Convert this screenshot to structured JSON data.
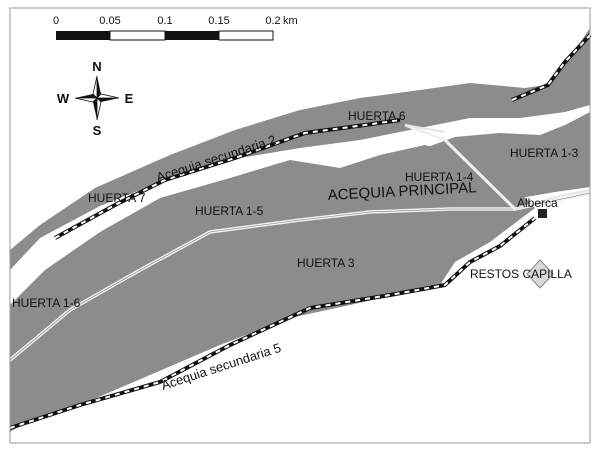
{
  "scale_bar": {
    "ticks": [
      "0",
      "0.05",
      "0.1",
      "0.15",
      "0.2"
    ],
    "unit": "km"
  },
  "compass": {
    "north": "N",
    "south": "S",
    "east": "E",
    "west": "W"
  },
  "labels": {
    "huerta_6": "HUERTA 6",
    "huerta_1_3": "HUERTA 1-3",
    "huerta_1_4": "HUERTA 1-4",
    "huerta_7": "HUERTA 7",
    "huerta_1_5": "HUERTA 1-5",
    "huerta_3": "HUERTA 3",
    "huerta_1_6": "HUERTA 1-6",
    "acequia_principal": "ACEQUIA PRINCIPAL",
    "acequia_secundaria_2": "Acequia secundaria 2",
    "acequia_secundaria_5": "Acequia secundaria 5",
    "alberca": "Alberca",
    "restos_capilla": "RESTOS CAPILLA"
  },
  "colors": {
    "parcel_fill": "#8c8c8c",
    "background": "#ffffff",
    "frame": "#9a9a9a",
    "canal_dash_dark": "#111111",
    "canal_dash_light": "#ffffff",
    "main_channel": "#e6e6e6",
    "chapel_fill": "#d9d9d9"
  }
}
